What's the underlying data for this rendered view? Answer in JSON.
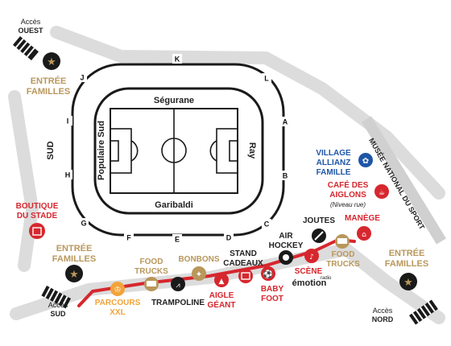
{
  "colors": {
    "gold": "#b9975b",
    "red": "#d6272e",
    "blue": "#1e56a6",
    "dark": "#1a1a1a",
    "grey": "#d9d9d9"
  },
  "stands": {
    "north": "Ségurane",
    "south": "Garibaldi",
    "west": "Populaire Sud",
    "east": "Ray"
  },
  "outer_label": "SUD",
  "gates": [
    "K",
    "J",
    "L",
    "I",
    "A",
    "H",
    "B",
    "G",
    "C",
    "F",
    "E",
    "D"
  ],
  "access": {
    "west": [
      "Accès",
      "OUEST"
    ],
    "south": [
      "Accès",
      "SUD"
    ],
    "north": [
      "Accès",
      "NORD"
    ]
  },
  "family_entrance": [
    "ENTRÉE",
    "FAMILLES"
  ],
  "pois": {
    "boutique": [
      "BOUTIQUE",
      "DU STADE"
    ],
    "village": [
      "VILLAGE",
      "ALLIANZ",
      "FAMILLE"
    ],
    "cafe": [
      "CAFÉ DES",
      "AIGLONS"
    ],
    "cafe_note": "(Niveau rue)",
    "museum": "MUSÉE NATIONAL DU SPORT",
    "joutes": "JOUTES",
    "manege": "MANÈGE",
    "air_hockey": [
      "AIR",
      "HOCKEY"
    ],
    "food_trucks": [
      "FOOD",
      "TRUCKS"
    ],
    "stand_cadeaux": [
      "STAND",
      "CADEAUX"
    ],
    "bonbons": "BONBONS",
    "scene": "SCÈNE",
    "scene_small": "radio",
    "emotion": "émotion",
    "baby_foot": [
      "BABY",
      "FOOT"
    ],
    "aigle_geant": [
      "AIGLE",
      "GÉANT"
    ],
    "trampoline": "TRAMPOLINE",
    "parcours": [
      "PARCOURS",
      "XXL"
    ]
  }
}
